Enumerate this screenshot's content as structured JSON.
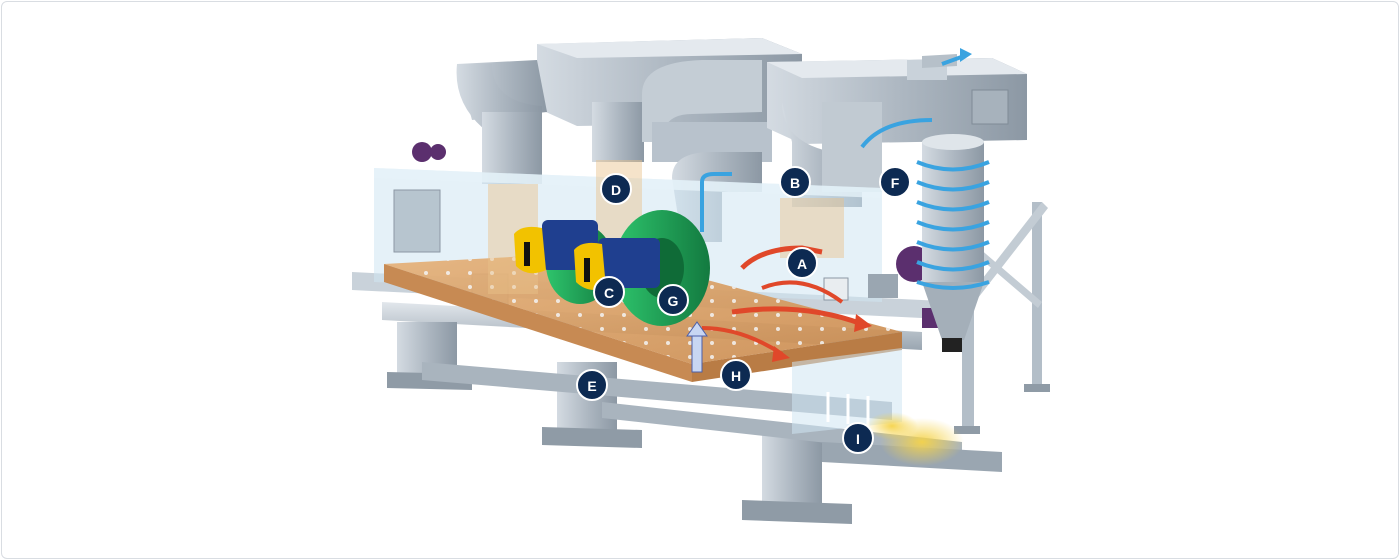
{
  "colors": {
    "callout_fill": "#0d2a52",
    "callout_ring": "#ffffff",
    "steel": "#b8c2cc",
    "steel_dark": "#7f8b96",
    "glass": "#cfe6f2",
    "bed": "#d9a066",
    "fan_green": "#1a9c55",
    "motor_yellow": "#f2c200",
    "motor_blue": "#1f3f8f",
    "burner_purple": "#5b2f6e",
    "airflow_blue": "#3aa3e0",
    "airflow_red": "#e0482a",
    "product_yellow": "#f5d34a"
  },
  "callouts": [
    {
      "id": "A",
      "label": "A"
    },
    {
      "id": "B",
      "label": "B"
    },
    {
      "id": "C",
      "label": "C"
    },
    {
      "id": "D",
      "label": "D"
    },
    {
      "id": "E",
      "label": "E"
    },
    {
      "id": "F",
      "label": "F"
    },
    {
      "id": "G",
      "label": "G"
    },
    {
      "id": "H",
      "label": "H"
    },
    {
      "id": "I",
      "label": "I"
    }
  ]
}
